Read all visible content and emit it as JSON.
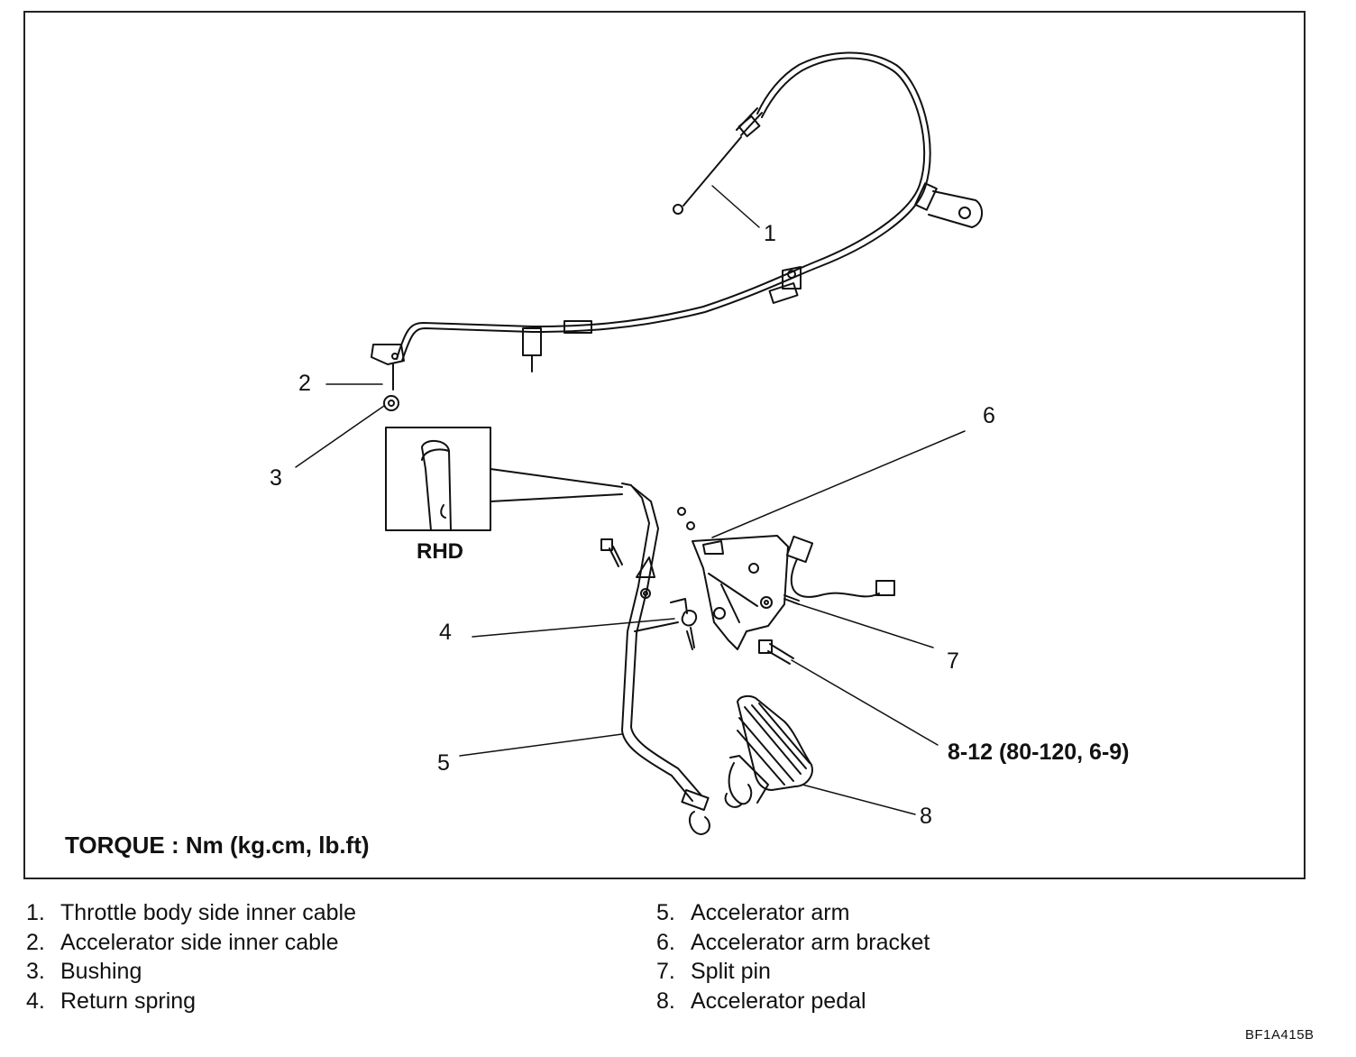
{
  "callouts": {
    "c1": "1",
    "c2": "2",
    "c3": "3",
    "c4": "4",
    "c5": "5",
    "c6": "6",
    "c7": "7",
    "c8": "8",
    "torque_spec": "8-12 (80-120, 6-9)"
  },
  "inset_label": "RHD",
  "torque_note": "TORQUE : Nm (kg.cm, lb.ft)",
  "legend": [
    {
      "num": "1.",
      "text": "Throttle body side inner cable"
    },
    {
      "num": "2.",
      "text": "Accelerator side inner cable"
    },
    {
      "num": "3.",
      "text": "Bushing"
    },
    {
      "num": "4.",
      "text": "Return spring"
    },
    {
      "num": "5.",
      "text": "Accelerator arm"
    },
    {
      "num": "6.",
      "text": "Accelerator arm bracket"
    },
    {
      "num": "7.",
      "text": "Split pin"
    },
    {
      "num": "8.",
      "text": "Accelerator pedal"
    }
  ],
  "figure_code": "BF1A415B"
}
